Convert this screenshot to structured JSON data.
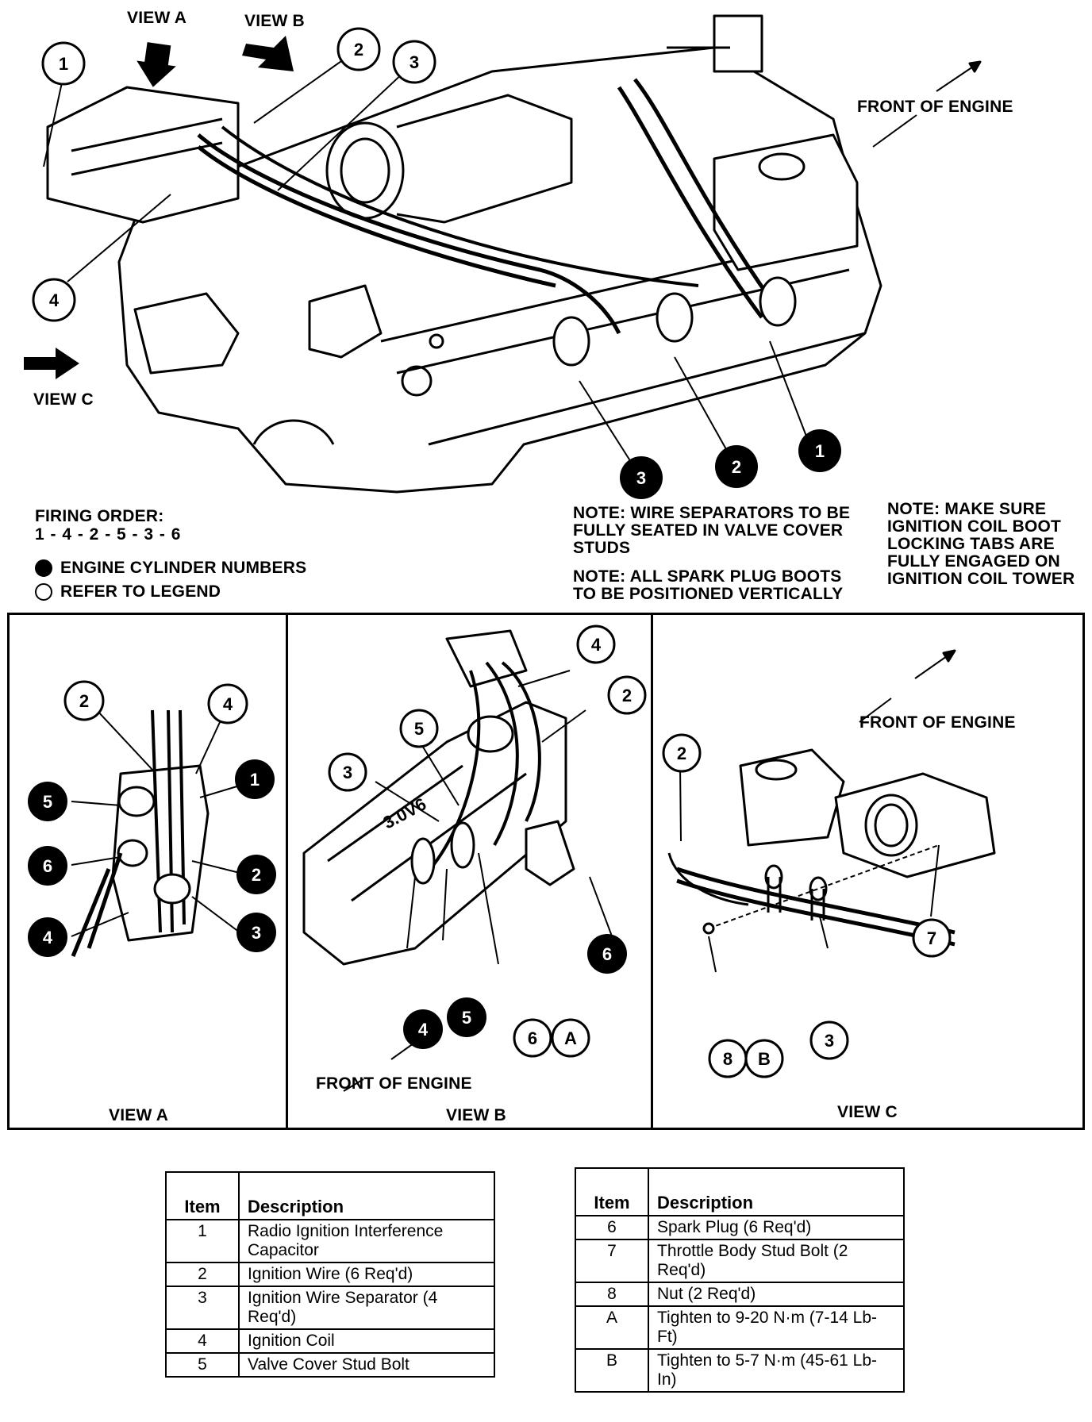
{
  "main": {
    "view_a": "VIEW A",
    "view_b": "VIEW B",
    "view_c": "VIEW C",
    "front_of_engine": "FRONT OF ENGINE",
    "callouts_open": [
      "1",
      "2",
      "3",
      "4"
    ],
    "callouts_filled": [
      "1",
      "2",
      "3"
    ]
  },
  "firing_order": {
    "label": "FIRING ORDER:",
    "value": "1 - 4 - 2 - 5 - 3 - 6"
  },
  "legend": {
    "filled": "ENGINE CYLINDER NUMBERS",
    "open": "REFER TO LEGEND"
  },
  "notes": {
    "separators": "NOTE: WIRE SEPARATORS TO BE\nFULLY SEATED IN VALVE COVER\nSTUDS",
    "boots": "NOTE: ALL SPARK PLUG BOOTS\nTO BE POSITIONED VERTICALLY",
    "coil": "NOTE: MAKE SURE\nIGNITION COIL BOOT\nLOCKING TABS ARE\nFULLY ENGAGED ON\nIGNITION COIL TOWER"
  },
  "panels": {
    "a": {
      "caption": "VIEW A",
      "open": [
        "2",
        "4"
      ],
      "filled": [
        "1",
        "5",
        "6",
        "2",
        "4",
        "3"
      ]
    },
    "b": {
      "caption": "VIEW B",
      "front_of_engine": "FRONT OF ENGINE",
      "engine_mark": "3.0V6",
      "open": [
        "4",
        "2",
        "5",
        "3",
        "6",
        "A"
      ],
      "filled": [
        "6",
        "4",
        "5"
      ]
    },
    "c": {
      "caption": "VIEW C",
      "front_of_engine": "FRONT OF ENGINE",
      "open": [
        "2",
        "7",
        "3",
        "8",
        "B"
      ]
    }
  },
  "table_left": {
    "headers": [
      "Item",
      "Description"
    ],
    "rows": [
      {
        "item": "1",
        "desc": "Radio Ignition Interference Capacitor"
      },
      {
        "item": "2",
        "desc": "Ignition Wire (6 Req'd)"
      },
      {
        "item": "3",
        "desc": "Ignition Wire Separator (4 Req'd)"
      },
      {
        "item": "4",
        "desc": "Ignition Coil"
      },
      {
        "item": "5",
        "desc": "Valve Cover Stud Bolt"
      }
    ]
  },
  "table_right": {
    "headers": [
      "Item",
      "Description"
    ],
    "rows": [
      {
        "item": "6",
        "desc": "Spark Plug (6 Req'd)"
      },
      {
        "item": "7",
        "desc": "Throttle Body Stud Bolt (2 Req'd)"
      },
      {
        "item": "8",
        "desc": "Nut (2 Req'd)"
      },
      {
        "item": "A",
        "desc": "Tighten to 9-20 N·m (7-14 Lb-Ft)"
      },
      {
        "item": "B",
        "desc": "Tighten to 5-7 N·m (45-61 Lb-In)"
      }
    ]
  }
}
